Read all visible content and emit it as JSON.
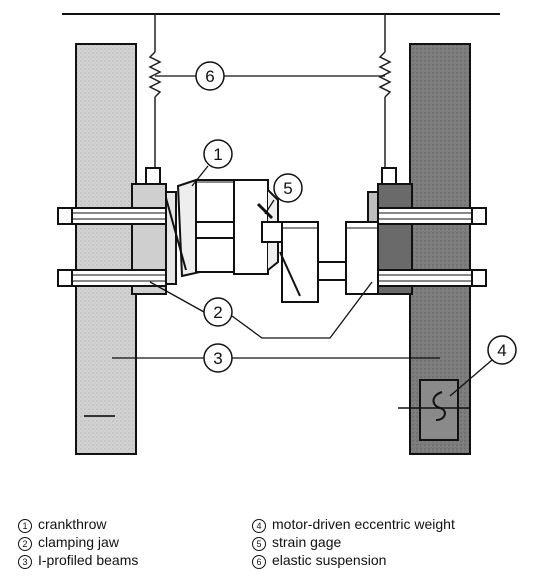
{
  "callouts": {
    "c1": "1",
    "c2": "2",
    "c3": "3",
    "c4": "4",
    "c5": "5",
    "c6": "6"
  },
  "legend": [
    {
      "number": "1",
      "label": "crankthrow"
    },
    {
      "number": "2",
      "label": "clamping jaw"
    },
    {
      "number": "3",
      "label": "I-profiled beams"
    },
    {
      "number": "4",
      "label": "motor-driven eccentric weight"
    },
    {
      "number": "5",
      "label": "strain gage"
    },
    {
      "number": "6",
      "label": "elastic suspension"
    }
  ],
  "colors": {
    "left_beam": "#cfcfcf",
    "right_beam": "#7a7a7a",
    "ink": "#111111"
  }
}
